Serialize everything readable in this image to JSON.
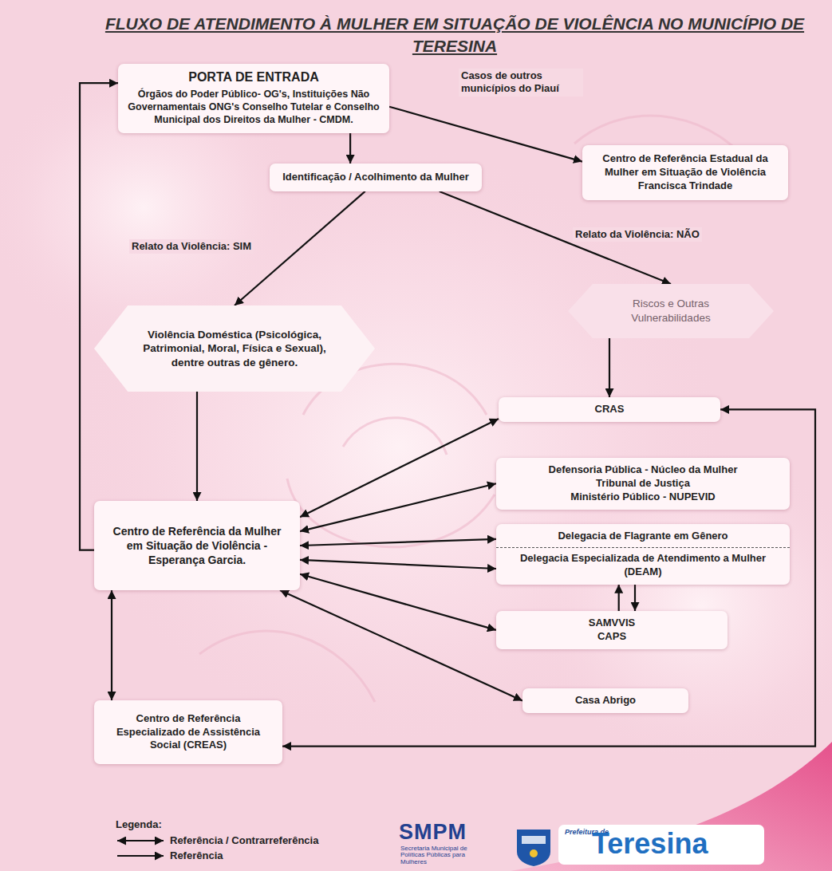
{
  "diagram": {
    "title": "FLUXO DE ATENDIMENTO À MULHER EM SITUAÇÃO DE VIOLÊNCIA NO MUNICÍPIO DE TERESINA",
    "nodes": [
      {
        "text": [
          "PORTA DE ENTRADA",
          "Órgãos do Poder Público- OG's, Instituições Não Governamentais ONG's Conselho Tutelar e Conselho Municipal dos Direitos da Mulher - CMDM."
        ]
      },
      {
        "text": [
          "Centro de Referência Estadual da Mulher em Situação de Violência Francisca Trindade"
        ]
      },
      {
        "text": [
          "Identificação / Acolhimento da Mulher"
        ]
      },
      {
        "text": [
          "Violência Doméstica (Psicológica, Patrimonial, Moral, Física e Sexual), dentre outras de gênero."
        ]
      },
      {
        "text": [
          "Riscos e Outras Vulnerabilidades"
        ]
      },
      {
        "text": [
          "CRAS"
        ]
      },
      {
        "text": [
          "Centro de Referência da Mulher em Situação de Violência - Esperança Garcia."
        ]
      },
      {
        "text": [
          "Defensoria Pública - Núcleo da Mulher",
          "Tribunal de Justiça",
          "Ministério Público - NUPEVID"
        ]
      },
      {
        "text": [
          "Delegacia de Flagrante em Gênero",
          "Delegacia Especializada de Atendimento a Mulher (DEAM)"
        ]
      },
      {
        "text": [
          "SAMVVIS",
          "CAPS"
        ]
      },
      {
        "text": [
          "Casa Abrigo"
        ]
      },
      {
        "text": [
          "Centro de Referência Especializado de Assistência Social (CREAS)"
        ]
      }
    ],
    "edges": [
      {
        "from": 0,
        "to": 2,
        "arrow": "to"
      },
      {
        "from": 0,
        "to": 1,
        "label": "Casos de outros municípios do Piauí",
        "arrow": "to"
      },
      {
        "from": 2,
        "to": 3,
        "label": "Relato da Violência: SIM",
        "arrow": "to"
      },
      {
        "from": 2,
        "to": 4,
        "label": "Relato da Violência: NÃO",
        "arrow": "to"
      },
      {
        "from": 4,
        "to": 5,
        "arrow": "to"
      },
      {
        "from": 3,
        "to": 6,
        "arrow": "to"
      },
      {
        "from": 6,
        "to": 0,
        "arrow": "to"
      },
      {
        "from": 6,
        "to": 5,
        "arrow": "both"
      },
      {
        "from": 6,
        "to": 7,
        "arrow": "both"
      },
      {
        "from": 6,
        "to": 8,
        "arrow": "both"
      },
      {
        "from": 6,
        "to": 8,
        "arrow": "both"
      },
      {
        "from": 8,
        "to": 9,
        "arrow": "to"
      },
      {
        "from": 9,
        "to": 8,
        "arrow": "to"
      },
      {
        "from": 6,
        "to": 9,
        "arrow": "both"
      },
      {
        "from": 6,
        "to": 10,
        "arrow": "both"
      },
      {
        "from": 6,
        "to": 11,
        "arrow": "both"
      },
      {
        "from": 5,
        "to": 11,
        "arrow": "both"
      }
    ],
    "labels": [
      "Legenda:",
      "SMPM",
      "Secretaria Municipal de Políticas Públicas para Mulheres",
      "Prefeitura de",
      "Teresina"
    ],
    "legend": [
      {
        "text": "Referência / Contrarreferência"
      },
      {
        "text": "Referência"
      }
    ]
  }
}
